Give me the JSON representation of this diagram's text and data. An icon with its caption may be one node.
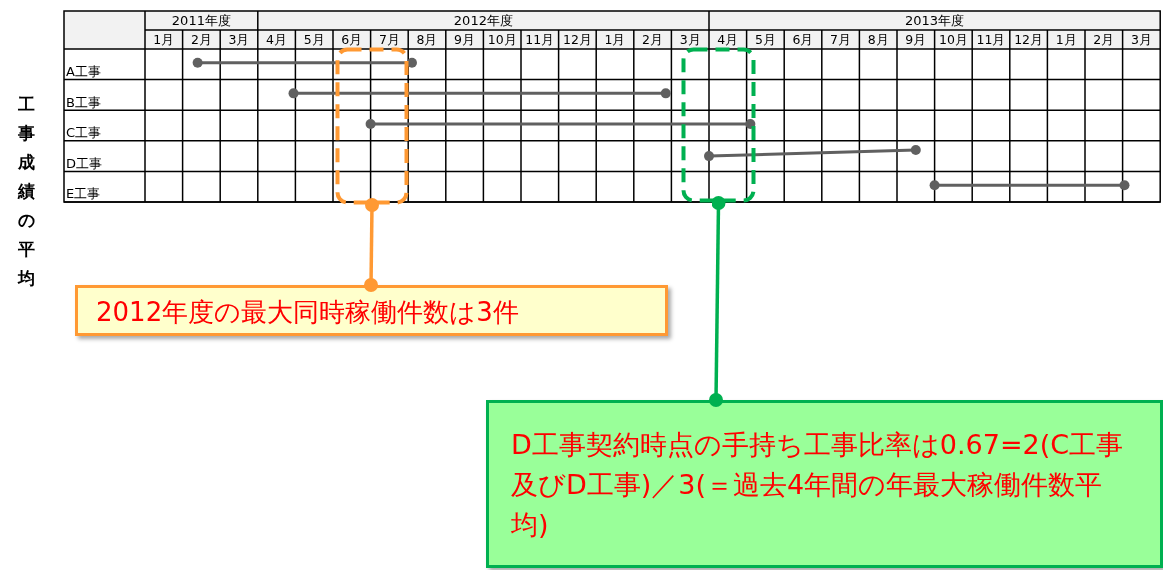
{
  "diagram": {
    "nodes": [
      {
        "text": [],
        "shape": "box"
      },
      {
        "text": [],
        "shape": "box"
      },
      {
        "text": [
          "2012年度の最大同時稼働件数は3件"
        ]
      },
      {
        "text": [
          "D工事契約時点の手持ち工事比率は0.67=2(C工事及びD工事)／3(＝過去4年間の年最大稼働件数平均)"
        ]
      }
    ],
    "edges": [
      {
        "from": 2,
        "to": 0,
        "arrow": "other",
        "color": "#ff9933"
      },
      {
        "from": 3,
        "to": 1,
        "arrow": "other",
        "color": "#00b050"
      }
    ],
    "labels": [
      "工事成績の平均",
      "2011年度",
      "2012年度",
      "2013年度",
      "1月",
      "2月",
      "3月",
      "4月",
      "5月",
      "6月",
      "7月",
      "8月",
      "9月",
      "10月",
      "11月",
      "12月",
      "1月",
      "2月",
      "3月",
      "4月",
      "5月",
      "6月",
      "7月",
      "8月",
      "9月",
      "10月",
      "11月",
      "12月",
      "1月",
      "2月",
      "3月",
      "A工事",
      "B工事",
      "C工事",
      "D工事",
      "E工事"
    ]
  }
}
